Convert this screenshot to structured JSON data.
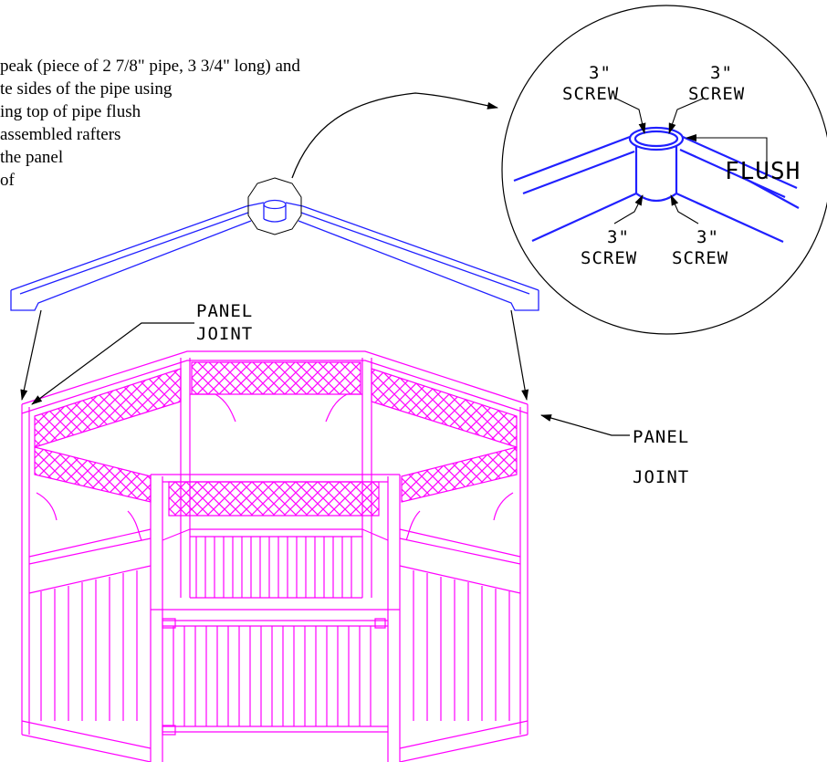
{
  "instructions": {
    "lines": [
      "peak (piece of 2 7/8\" pipe, 3 3/4\" long) and",
      "te sides of the pipe using",
      "ing top of pipe flush",
      " assembled rafters",
      "the panel",
      "of"
    ]
  },
  "detail_labels": {
    "screw_top_left": {
      "size": "3\"",
      "word": "SCREW"
    },
    "screw_top_right": {
      "size": "3\"",
      "word": "SCREW"
    },
    "screw_bottom_left": {
      "size": "3\"",
      "word": "SCREW"
    },
    "screw_bottom_right": {
      "size": "3\"",
      "word": "SCREW"
    },
    "flush": "FLUSH"
  },
  "panel_joint_left": {
    "line1": "PANEL",
    "line2": "JOINT"
  },
  "panel_joint_right": {
    "line1": "PANEL",
    "line2": "JOINT"
  },
  "colors": {
    "rafter": "#2020ff",
    "gazebo": "#ff00ff",
    "leader": "#000000"
  }
}
